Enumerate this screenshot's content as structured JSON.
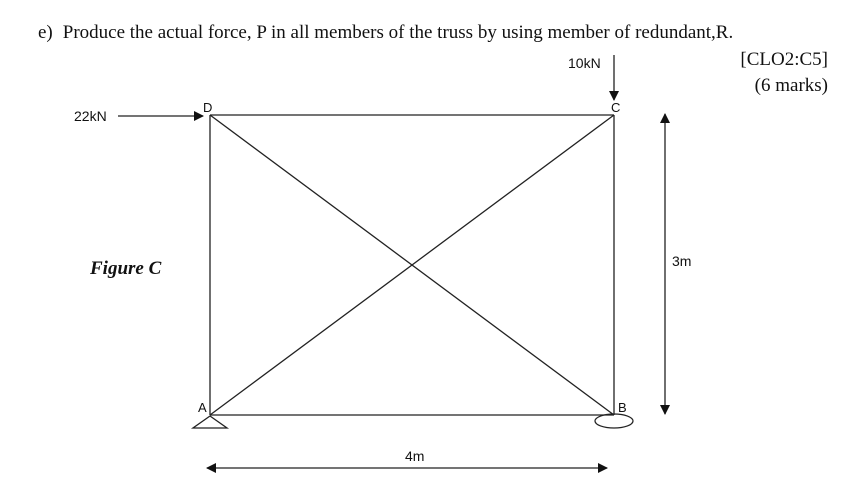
{
  "question": {
    "label": "e)",
    "text": "Produce the actual force, P in all members of the truss by using member of redundant,R."
  },
  "meta": {
    "clo": "[CLO2:C5]",
    "marks": "(6 marks)"
  },
  "figure": {
    "caption": "Figure C",
    "nodes": {
      "A": "A",
      "B": "B",
      "C": "C",
      "D": "D"
    },
    "loads": {
      "horizontal": "22kN",
      "vertical": "10kN"
    },
    "dimensions": {
      "height": "3m",
      "width": "4m"
    }
  }
}
